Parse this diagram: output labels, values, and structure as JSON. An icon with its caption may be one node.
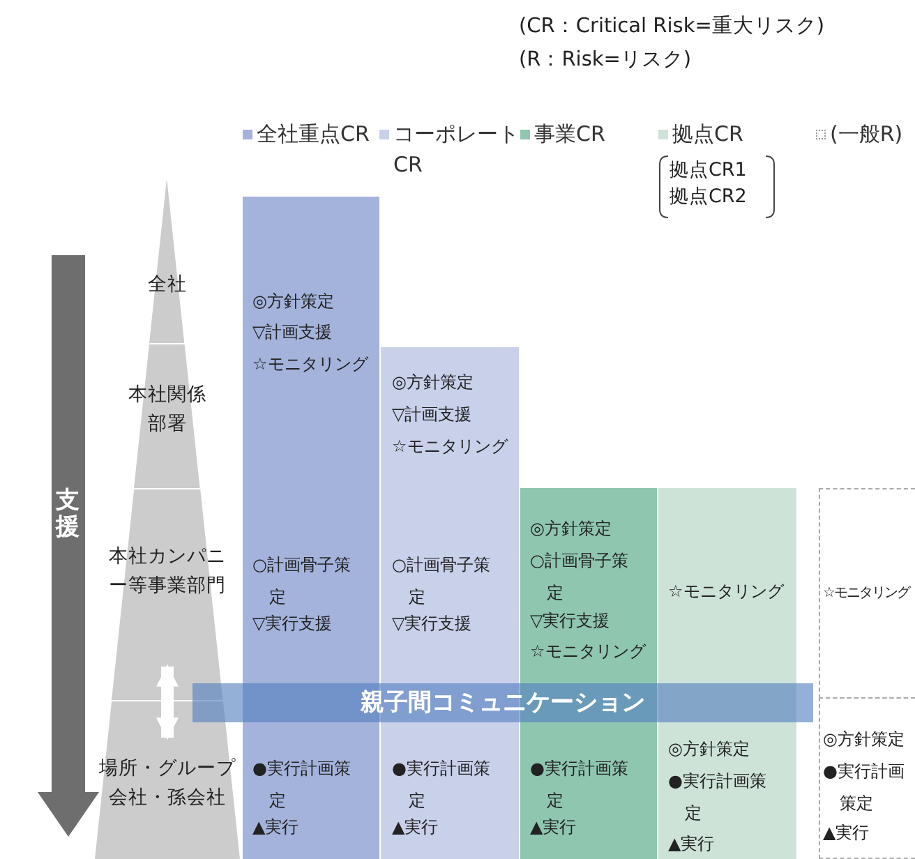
{
  "diagram": {
    "nodes": [
      {
        "text": [
          "全社"
        ]
      },
      {
        "text": [
          "本社関係部署"
        ]
      },
      {
        "text": [
          "本社カンパニー等事業部門"
        ]
      },
      {
        "text": [
          "場所・グループ会社・孫会社"
        ]
      },
      {
        "text": [
          "◎方針策定",
          "▽計画支援",
          "☆モニタリング",
          "○計画骨子策定",
          "▽実行支援",
          "●実行計画策定",
          "▲実行"
        ]
      },
      {
        "text": [
          "◎方針策定",
          "▽計画支援",
          "☆モニタリング",
          "○計画骨子策定",
          "▽実行支援",
          "●実行計画策定",
          "▲実行"
        ]
      },
      {
        "text": [
          "◎方針策定",
          "○計画骨子策定",
          "▽実行支援",
          "☆モニタリング",
          "●実行計画策定",
          "▲実行"
        ]
      },
      {
        "text": [
          "☆モニタリング",
          "◎方針策定",
          "●実行計画策定",
          "▲実行"
        ]
      },
      {
        "text": [
          "☆モニタリング"
        ]
      },
      {
        "text": [
          "◎方針策定",
          "●実行計画策定",
          "▲実行"
        ]
      },
      {
        "text": [
          "親子間コミュニケーション"
        ]
      }
    ],
    "edges": [
      {
        "from": 2,
        "to": 3,
        "arrow": "both",
        "color": "#ffffff"
      }
    ],
    "labels": [
      "(CR：Critical Risk=重大リスク)",
      "(R：Risk=リスク)",
      "拠点CR1",
      "拠点CR2",
      "支援"
    ],
    "legend": [
      {
        "text": "全社重点CR",
        "color": "#a3b3db"
      },
      {
        "text": "コーポレートCR",
        "color": "#c8d0ea"
      },
      {
        "text": "事業CR",
        "color": "#8fc6b0"
      },
      {
        "text": "拠点CR",
        "color": "#cde3d8"
      },
      {
        "text": "(一般R)"
      }
    ]
  }
}
